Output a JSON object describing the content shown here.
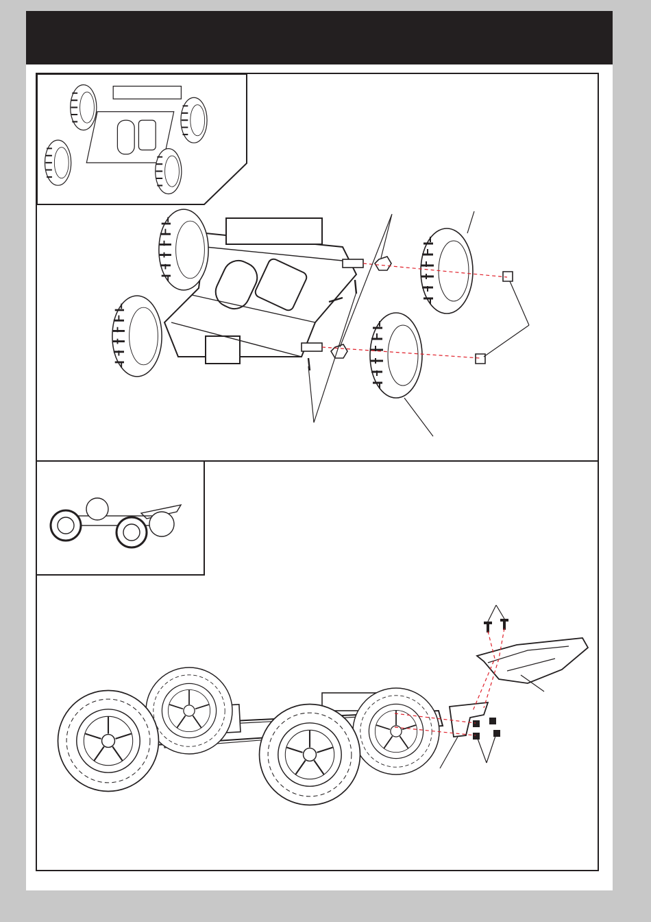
{
  "page": {
    "background_color": "#c8c8c8",
    "header_color": "#231f20",
    "guide_line_color": "#e0202a"
  },
  "header": {
    "title": ""
  },
  "sections": [
    {
      "name": "wheel-installation",
      "inset": {
        "icon": "truck-top-view-thumbnail-icon"
      },
      "main_illustration": {
        "icon": "chassis-exploded-wheel-install-icon"
      },
      "parts": [
        "wheel-hex",
        "wheel-pin",
        "tire-wheel",
        "wheel-nut"
      ]
    },
    {
      "name": "wing-installation",
      "inset": {
        "icon": "truck-side-view-thumbnail-icon"
      },
      "main_illustration": {
        "icon": "chassis-wing-mount-install-icon"
      },
      "parts": [
        "wing",
        "wing-mount",
        "wing-screws",
        "mount-screws"
      ]
    }
  ]
}
